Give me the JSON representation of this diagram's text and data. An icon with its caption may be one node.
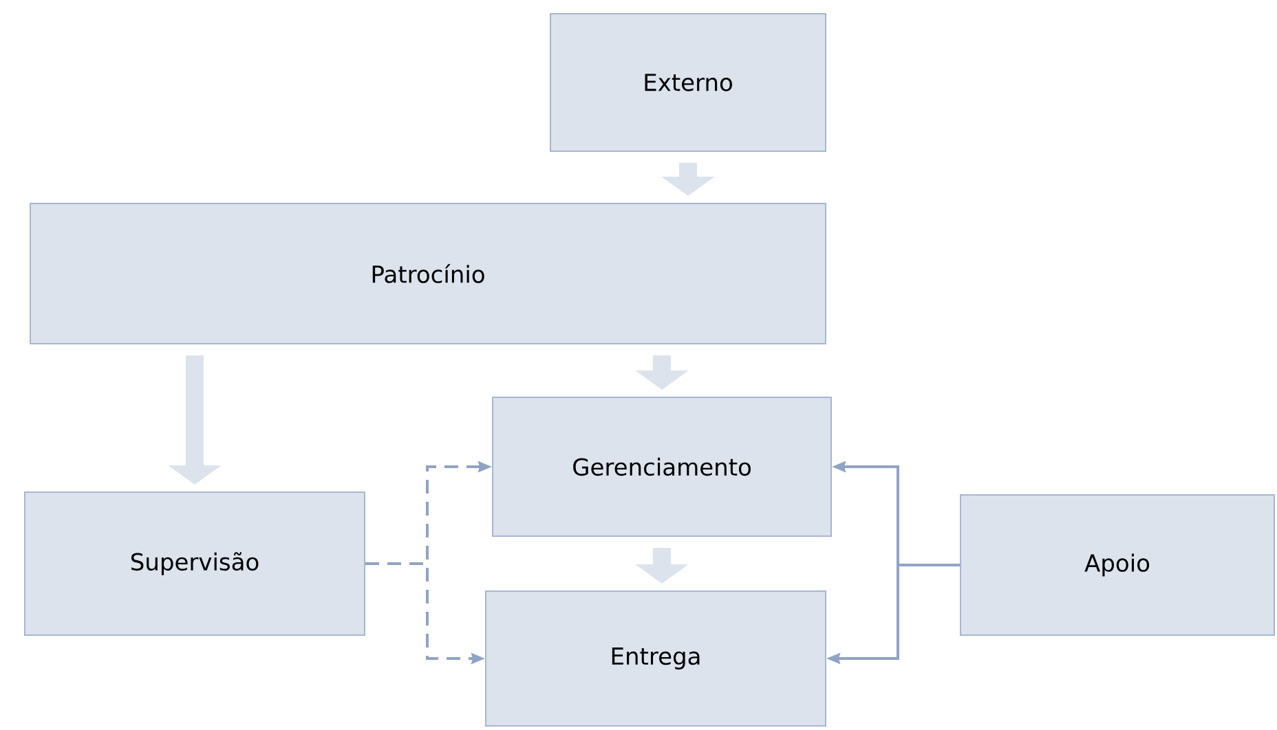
{
  "diagram": {
    "nodes": [
      {
        "text": [
          "Externo"
        ]
      },
      {
        "text": [
          "Patrocínio"
        ]
      },
      {
        "text": [
          "Gerenciamento"
        ]
      },
      {
        "text": [
          "Supervisão"
        ]
      },
      {
        "text": [
          "Entrega"
        ]
      },
      {
        "text": [
          "Apoio"
        ]
      }
    ],
    "edges": [
      {
        "from": 0,
        "to": 1,
        "arrow": "to",
        "style": "thick",
        "color": "#dce3ed"
      },
      {
        "from": 1,
        "to": 3,
        "arrow": "to",
        "style": "thick",
        "color": "#dce3ed"
      },
      {
        "from": 1,
        "to": 2,
        "arrow": "to",
        "style": "thick",
        "color": "#dce3ed"
      },
      {
        "from": 2,
        "to": 4,
        "arrow": "to",
        "style": "thick",
        "color": "#dce3ed"
      },
      {
        "from": 3,
        "to": 2,
        "arrow": "to",
        "style": "dashed"
      },
      {
        "from": 3,
        "to": 4,
        "arrow": "to",
        "style": "dashed"
      },
      {
        "from": 5,
        "to": 2,
        "arrow": "to"
      },
      {
        "from": 5,
        "to": 4,
        "arrow": "to"
      }
    ]
  }
}
